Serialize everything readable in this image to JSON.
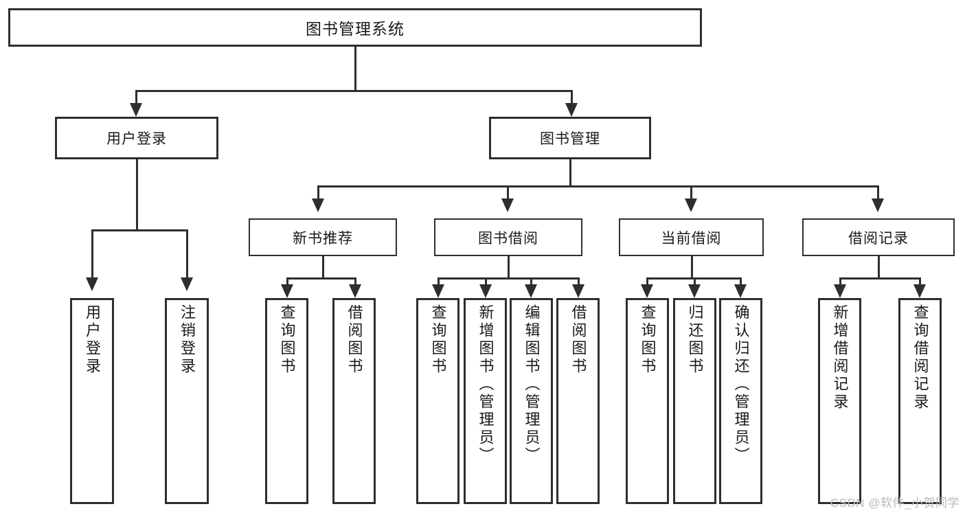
{
  "diagram": {
    "type": "tree-hierarchy",
    "title": "图书管理系统",
    "root": {
      "label": "图书管理系统"
    },
    "level1": [
      {
        "id": "user-login",
        "label": "用户登录"
      },
      {
        "id": "book-manage",
        "label": "图书管理"
      }
    ],
    "level2": [
      {
        "id": "new-book-recommend",
        "label": "新书推荐",
        "parent": "book-manage"
      },
      {
        "id": "book-borrow",
        "label": "图书借阅",
        "parent": "book-manage"
      },
      {
        "id": "current-borrow",
        "label": "当前借阅",
        "parent": "book-manage"
      },
      {
        "id": "borrow-record",
        "label": "借阅记录",
        "parent": "book-manage"
      }
    ],
    "leaves": [
      {
        "id": "leaf-user-login",
        "label": "用户登录",
        "parent": "user-login"
      },
      {
        "id": "leaf-logout-login",
        "label": "注销登录",
        "parent": "user-login"
      },
      {
        "id": "leaf-query-book-1",
        "label": "查询图书",
        "parent": "new-book-recommend"
      },
      {
        "id": "leaf-borrow-book-1",
        "label": "借阅图书",
        "parent": "new-book-recommend"
      },
      {
        "id": "leaf-query-book-2",
        "label": "查询图书",
        "parent": "book-borrow"
      },
      {
        "id": "leaf-add-book",
        "label": "新增图书（管理员）",
        "parent": "book-borrow"
      },
      {
        "id": "leaf-edit-book",
        "label": "编辑图书（管理员）",
        "parent": "book-borrow"
      },
      {
        "id": "leaf-borrow-book-2",
        "label": "借阅图书",
        "parent": "book-borrow"
      },
      {
        "id": "leaf-query-book-3",
        "label": "查询图书",
        "parent": "current-borrow"
      },
      {
        "id": "leaf-return-book",
        "label": "归还图书",
        "parent": "current-borrow"
      },
      {
        "id": "leaf-confirm-return",
        "label": "确认归还（管理员）",
        "parent": "current-borrow"
      },
      {
        "id": "leaf-add-record",
        "label": "新增借阅记录",
        "parent": "borrow-record"
      },
      {
        "id": "leaf-query-record",
        "label": "查询借阅记录",
        "parent": "borrow-record"
      }
    ],
    "watermark": "CSDN @软件_小贺同学",
    "colors": {
      "stroke": "#2e2e2e",
      "background": "#ffffff",
      "text": "#1a1a1a",
      "watermark": "#b9b9b9"
    }
  }
}
